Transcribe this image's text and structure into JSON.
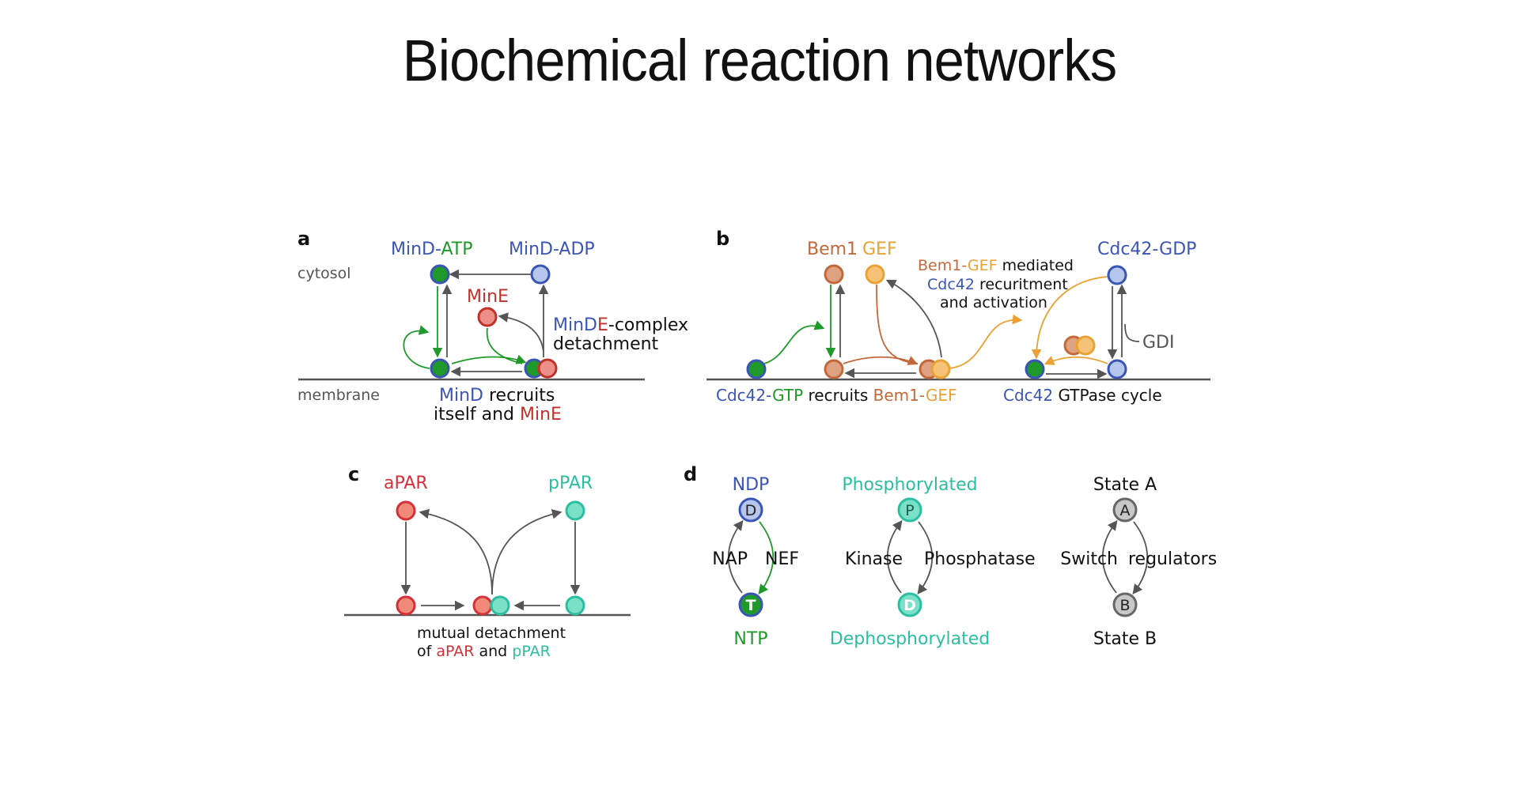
{
  "title": "Biochemical reaction networks",
  "colors": {
    "blue": "#3a55b4",
    "green": "#1f9a2a",
    "red": "#c0312b",
    "brown": "#c4683a",
    "orange": "#e9a233",
    "teal": "#2bbfa0",
    "gray_arrow": "#555555",
    "dark_text": "#111111"
  },
  "panel_a": {
    "label": "a",
    "cytosol": "cytosol",
    "membrane": "membrane",
    "mind_atp": {
      "part1": "MinD-",
      "part2": "ATP"
    },
    "mind_adp": "MinD-ADP",
    "mine": "MinE",
    "minde": {
      "part1": "MinD",
      "part2": "E",
      "part3": "-complex",
      "line2": "detachment"
    },
    "caption": {
      "part1": "MinD",
      "part2": " recruits",
      "line2a": "itself and ",
      "line2b": "MinE"
    }
  },
  "panel_b": {
    "label": "b",
    "bem1": "Bem1",
    "gef": "GEF",
    "cdc42_gdp": "Cdc42-GDP",
    "mediated": {
      "part1": "Bem1-",
      "part2": "GEF",
      "part3": " mediated",
      "line2a": "Cdc42",
      "line2b": " recuritment",
      "line3": "and activation"
    },
    "gdi": "GDI",
    "caption_left": {
      "part1": "Cdc42-",
      "part2": "GTP",
      "part3": " recruits ",
      "part4": "Bem1-",
      "part5": "GEF"
    },
    "caption_right": {
      "part1": "Cdc42",
      "part2": " GTPase cycle"
    }
  },
  "panel_c": {
    "label": "c",
    "apar": "aPAR",
    "ppar": "pPAR",
    "caption": {
      "line1": "mutual detachment",
      "line2a": "of ",
      "line2b": "aPAR",
      "line2c": " and ",
      "line2d": "pPAR"
    }
  },
  "panel_d": {
    "label": "d",
    "cycles": [
      {
        "top_label": "NDP",
        "bottom_label": "NTP",
        "top_node": "D",
        "bottom_node": "T",
        "left_label": "NAP",
        "right_label": "NEF"
      },
      {
        "top_label": "Phosphorylated",
        "bottom_label": "Dephosphorylated",
        "top_node": "P",
        "bottom_node": "D",
        "left_label": "Kinase",
        "right_label": "Phosphatase"
      },
      {
        "top_label": "State A",
        "bottom_label": "State B",
        "top_node": "A",
        "bottom_node": "B",
        "left_label": "Switch",
        "right_label": "regulators"
      }
    ]
  }
}
